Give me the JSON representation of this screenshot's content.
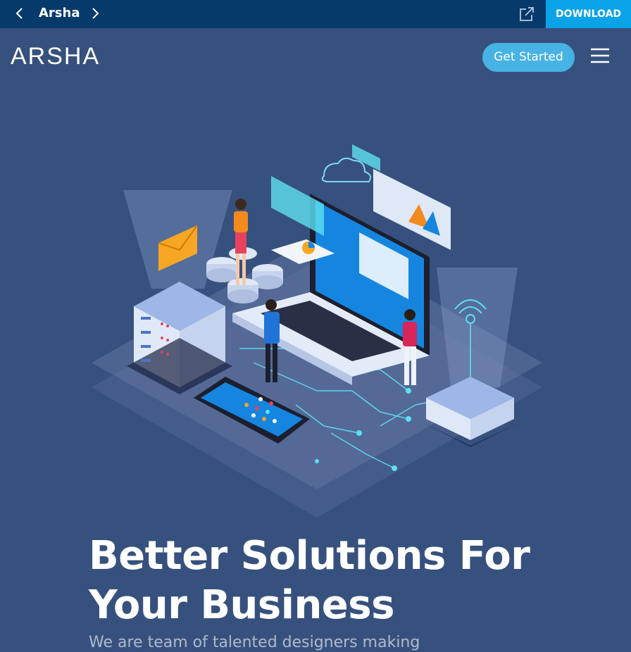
{
  "topbar": {
    "title": "Arsha",
    "download_label": "DOWNLOAD"
  },
  "header": {
    "logo": "ARSHA",
    "cta_label": "Get Started"
  },
  "hero": {
    "headline": "Better Solutions For Your Business",
    "subline": "We are team of talented designers making"
  },
  "colors": {
    "topbar_bg": "#063a6b",
    "download_bg": "#0aa3e8",
    "page_bg": "#37517e",
    "accent": "#47b2e4"
  },
  "icons": [
    "chevron-left-icon",
    "chevron-right-icon",
    "external-link-icon",
    "hamburger-menu-icon"
  ]
}
